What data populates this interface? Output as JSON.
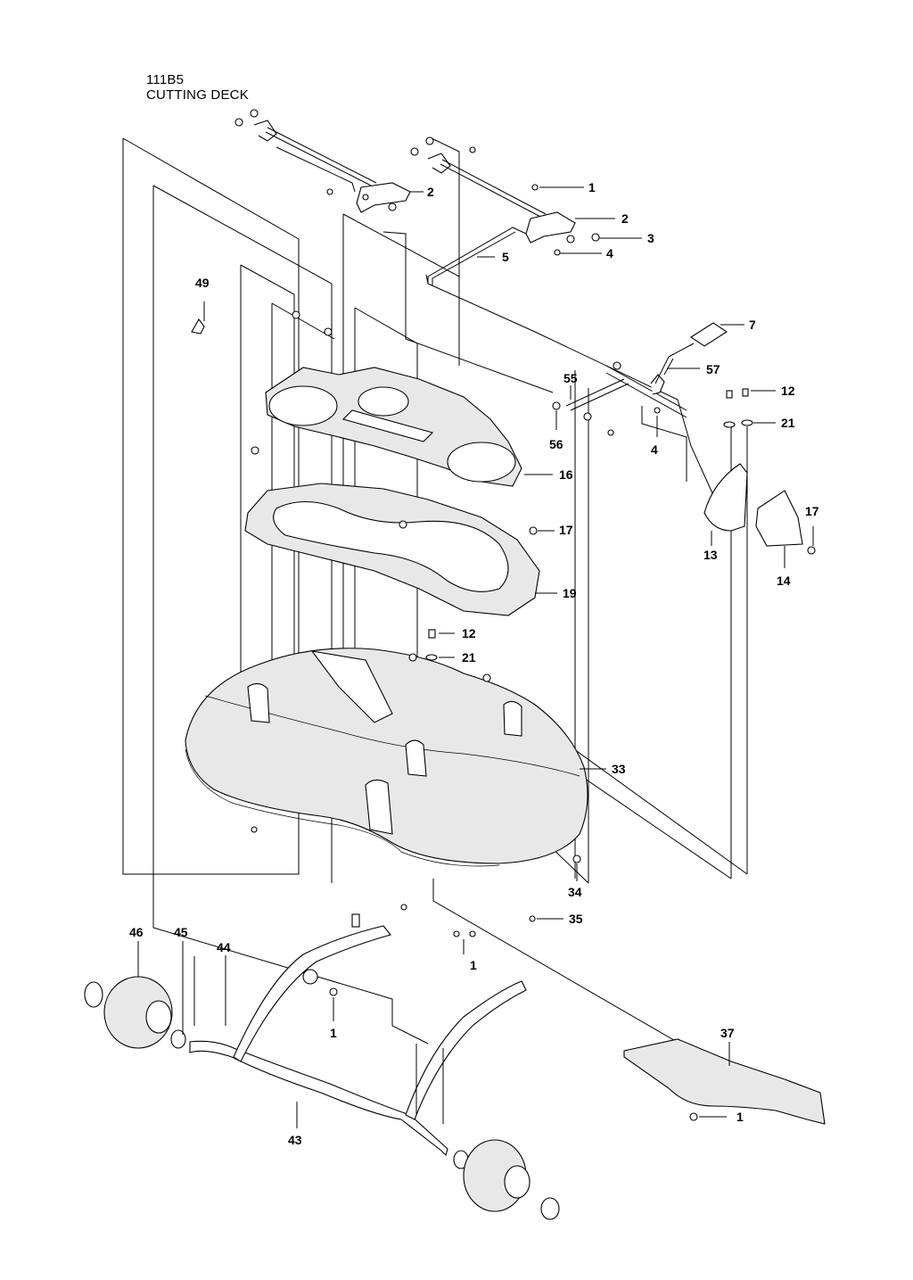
{
  "header": {
    "code": "111B5",
    "title": "CUTTING DECK"
  },
  "callouts": [
    {
      "id": "c-2a",
      "label": "2"
    },
    {
      "id": "c-1a",
      "label": "1"
    },
    {
      "id": "c-2b",
      "label": "2"
    },
    {
      "id": "c-3",
      "label": "3"
    },
    {
      "id": "c-5",
      "label": "5"
    },
    {
      "id": "c-4a",
      "label": "4"
    },
    {
      "id": "c-49",
      "label": "49"
    },
    {
      "id": "c-7",
      "label": "7"
    },
    {
      "id": "c-57",
      "label": "57"
    },
    {
      "id": "c-55",
      "label": "55"
    },
    {
      "id": "c-12a",
      "label": "12"
    },
    {
      "id": "c-21a",
      "label": "21"
    },
    {
      "id": "c-56",
      "label": "56"
    },
    {
      "id": "c-4b",
      "label": "4"
    },
    {
      "id": "c-16",
      "label": "16"
    },
    {
      "id": "c-17a",
      "label": "17"
    },
    {
      "id": "c-17b",
      "label": "17"
    },
    {
      "id": "c-13",
      "label": "13"
    },
    {
      "id": "c-14",
      "label": "14"
    },
    {
      "id": "c-19",
      "label": "19"
    },
    {
      "id": "c-12b",
      "label": "12"
    },
    {
      "id": "c-21b",
      "label": "21"
    },
    {
      "id": "c-33",
      "label": "33"
    },
    {
      "id": "c-34",
      "label": "34"
    },
    {
      "id": "c-35",
      "label": "35"
    },
    {
      "id": "c-1b",
      "label": "1"
    },
    {
      "id": "c-46",
      "label": "46"
    },
    {
      "id": "c-45",
      "label": "45"
    },
    {
      "id": "c-44",
      "label": "44"
    },
    {
      "id": "c-1c",
      "label": "1"
    },
    {
      "id": "c-37",
      "label": "37"
    },
    {
      "id": "c-1d",
      "label": "1"
    },
    {
      "id": "c-43",
      "label": "43"
    }
  ]
}
